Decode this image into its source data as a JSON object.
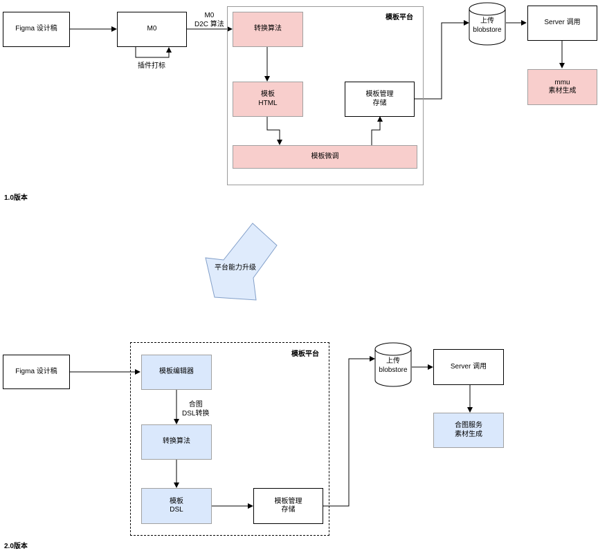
{
  "v1": {
    "figma": "Figma 设计稿",
    "m0": "M0",
    "plugin_label": "插件打标",
    "edge_label": "M0\nD2C 算法",
    "platform_title": "模板平台",
    "convert": "转换算法",
    "template_html": "模板\nHTML",
    "manage": "模板管理\n存储",
    "finetune": "模板微调",
    "upload": "上传\nblobstore",
    "server": "Server 调用",
    "mmu": "mmu\n素材生成",
    "version": "1.0版本"
  },
  "upgrade_label": "平台能力升级",
  "v2": {
    "figma": "Figma 设计稿",
    "platform_title": "模板平台",
    "editor": "模板编辑器",
    "edge_label": "合图\nDSL转换",
    "convert": "转换算法",
    "template_dsl": "模板\nDSL",
    "manage": "模板管理\n存储",
    "upload": "上传\nblobstore",
    "server": "Server 调用",
    "merge_service": "合图服务\n素材生成",
    "version": "2.0版本"
  },
  "colors": {
    "pink_fill": "#f8cecc",
    "blue_fill": "#dae8fc",
    "arrow_fill": "#dae8fc",
    "arrow_stroke": "#6c8ebf"
  }
}
